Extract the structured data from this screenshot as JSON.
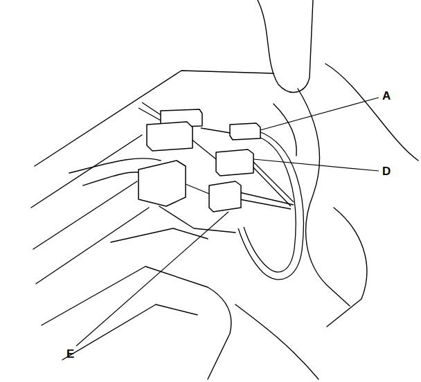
{
  "diagram": {
    "labels": [
      "A",
      "D",
      "E"
    ]
  }
}
